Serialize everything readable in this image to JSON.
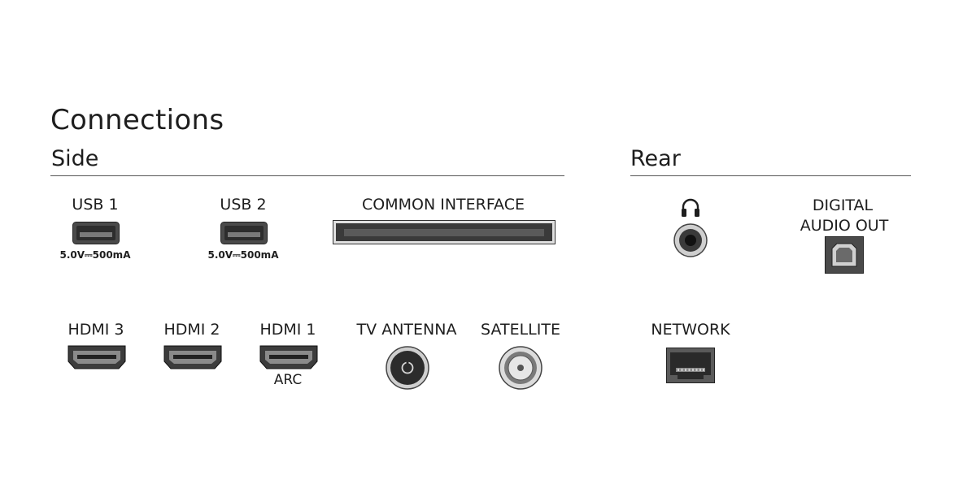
{
  "title": "Connections",
  "sections": {
    "side": "Side",
    "rear": "Rear"
  },
  "ports": {
    "usb1": {
      "label": "USB 1",
      "spec": "5.0V⎓500mA",
      "icon": "usb-port-icon"
    },
    "usb2": {
      "label": "USB 2",
      "spec": "5.0V⎓500mA",
      "icon": "usb-port-icon"
    },
    "common_interface": {
      "label": "COMMON INTERFACE",
      "icon": "ci-slot-icon"
    },
    "hdmi3": {
      "label": "HDMI 3",
      "icon": "hdmi-port-icon"
    },
    "hdmi2": {
      "label": "HDMI 2",
      "icon": "hdmi-port-icon"
    },
    "hdmi1": {
      "label": "HDMI 1",
      "sublabel": "ARC",
      "icon": "hdmi-port-icon"
    },
    "tv_antenna": {
      "label": "TV ANTENNA",
      "icon": "coax-antenna-icon"
    },
    "satellite": {
      "label": "SATELLITE",
      "icon": "satellite-f-connector-icon"
    },
    "headphone": {
      "icon": "headphone-icon"
    },
    "digital_audio_out": {
      "label_line1": "DIGITAL",
      "label_line2": "AUDIO OUT",
      "icon": "optical-audio-port-icon"
    },
    "network": {
      "label": "NETWORK",
      "icon": "ethernet-port-icon"
    }
  }
}
